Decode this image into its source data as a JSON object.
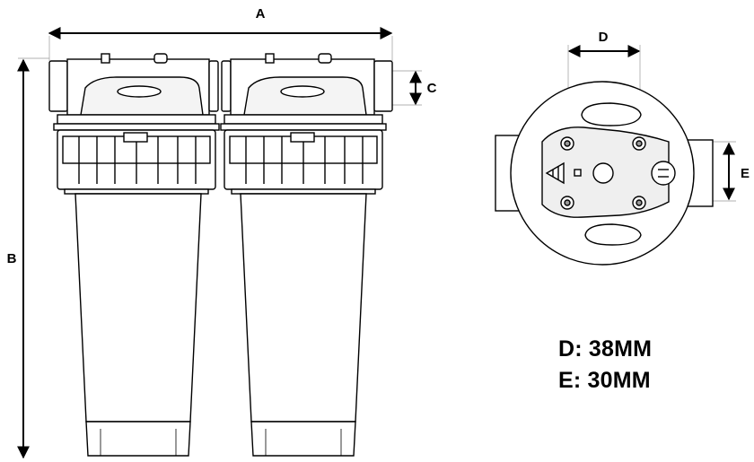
{
  "dimensions": {
    "a_label": "A",
    "b_label": "B",
    "c_label": "C",
    "d_label": "D",
    "e_label": "E"
  },
  "specs": {
    "d_spec": "D: 38MM",
    "e_spec": "E: 30MM"
  }
}
